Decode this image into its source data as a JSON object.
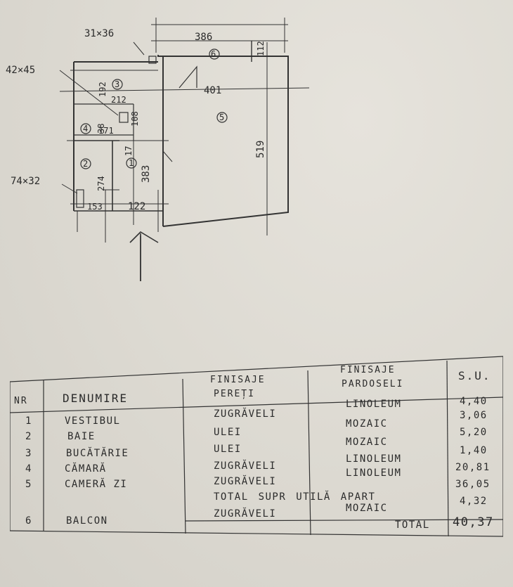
{
  "plan": {
    "dims": {
      "d_31x36": "31×36",
      "d_42x45": "42×45",
      "d_74x32": "74×32",
      "d_386": "386",
      "d_112": "112",
      "d_401": "401",
      "d_519": "519",
      "d_192": "192",
      "d_212": "212",
      "d_38": "38",
      "d_171": "171",
      "d_108": "108",
      "d_17": "17",
      "d_274": "274",
      "d_383": "383",
      "d_153": "153",
      "d_122": "122"
    },
    "rooms": [
      "1",
      "2",
      "3",
      "4",
      "5",
      "6"
    ]
  },
  "table": {
    "headers": {
      "nr": "NR",
      "denumire": "DENUMIRE",
      "pereti_1": "FINISAJE",
      "pereti_2": "PEREȚI",
      "pardoseli_1": "FINISAJE",
      "pardoseli_2": "PARDOSELI",
      "su": "S.U."
    },
    "rows": [
      {
        "nr": "1",
        "name": "VESTIBUL",
        "walls": "ZUGRĂVELI",
        "floor": "LINOLEUM",
        "area": "4,40"
      },
      {
        "nr": "2",
        "name": "BAIE",
        "walls": "ULEI",
        "floor": "MOZAIC",
        "area": "3,06"
      },
      {
        "nr": "3",
        "name": "BUCĂTĂRIE",
        "walls": "ULEI",
        "floor": "MOZAIC",
        "area": "5,20"
      },
      {
        "nr": "4",
        "name": "CĂMARĂ",
        "walls": "ZUGRĂVELI",
        "floor": "LINOLEUM",
        "area": "1,40"
      },
      {
        "nr": "5",
        "name": "CAMERĂ ZI",
        "walls": "ZUGRĂVELI",
        "floor": "LINOLEUM",
        "area": "20,81"
      }
    ],
    "total_util_label": "TOTAL SUPR UTILĂ APART",
    "total_util_value": "36,05",
    "balcony": {
      "nr": "6",
      "name": "BALCON",
      "walls": "ZUGRĂVELI",
      "floor": "MOZAIC",
      "area": "4,32"
    },
    "total_label": "TOTAL",
    "total_value": "40,37"
  }
}
